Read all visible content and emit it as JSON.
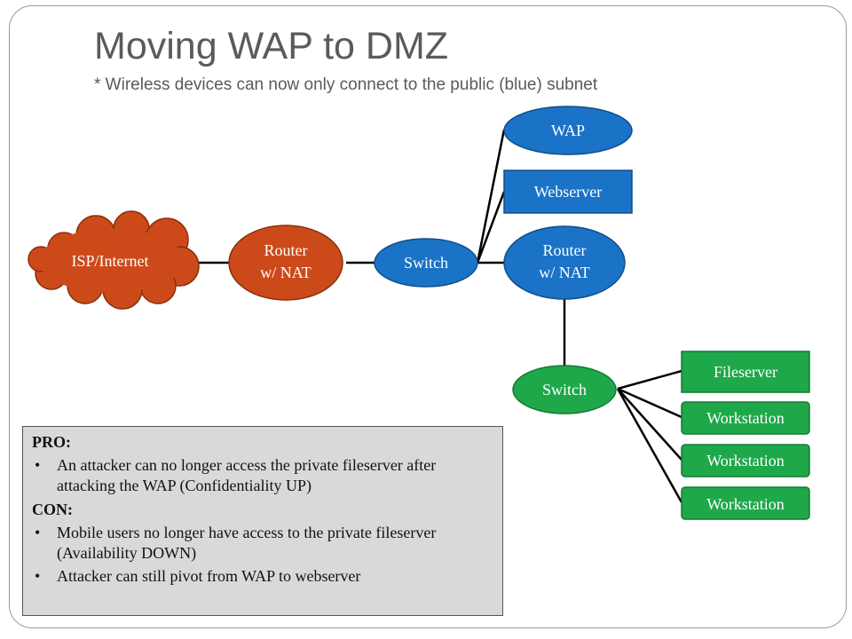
{
  "title": "Moving WAP to DMZ",
  "subtitle": "* Wireless devices can now only connect to the public (blue) subnet",
  "colors": {
    "orange": "#cc4a1a",
    "blue": "#1a73c6",
    "green": "#1ea84a",
    "note_bg": "#d9d9d9"
  },
  "nodes": {
    "isp": "ISP/Internet",
    "router1": [
      "Router",
      "w/ NAT"
    ],
    "switch1": "Switch",
    "wap": "WAP",
    "webserver": "Webserver",
    "router2": [
      "Router",
      "w/ NAT"
    ],
    "switch2": "Switch",
    "fileserver": "Fileserver",
    "workstations": [
      "Workstation",
      "Workstation",
      "Workstation"
    ]
  },
  "notes": {
    "pro_heading": "PRO:",
    "pro_items": [
      "An attacker can no longer access the private fileserver after attacking the WAP (Confidentiality UP)"
    ],
    "con_heading": "CON:",
    "con_items": [
      "Mobile users no longer have access to the private fileserver (Availability DOWN)",
      "Attacker can still pivot from WAP to webserver"
    ]
  }
}
